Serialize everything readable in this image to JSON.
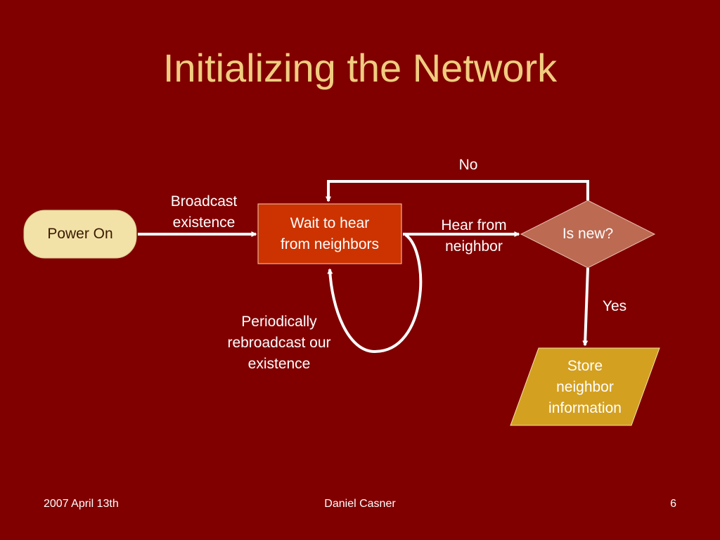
{
  "slide": {
    "title": "Initializing the Network",
    "footer": {
      "date": "2007 April 13th",
      "author": "Daniel Casner",
      "page_number": "6"
    }
  },
  "diagram": {
    "nodes": {
      "power_on": "Power On",
      "wait": [
        "Wait to hear",
        "from neighbors"
      ],
      "is_new": "Is new?",
      "store": [
        "Store",
        "neighbor",
        "information"
      ]
    },
    "edge_labels": {
      "broadcast": [
        "Broadcast",
        "existence"
      ],
      "hear_from": [
        "Hear from",
        "neighbor"
      ],
      "no": "No",
      "yes": "Yes",
      "periodically": [
        "Periodically",
        "rebroadcast our",
        "existence"
      ]
    }
  },
  "colors": {
    "background": "#800000",
    "title": "#F0CC80",
    "power_on_fill": "#F2E2A8",
    "wait_fill": "#CC3300",
    "decision_fill": "#BC6A52",
    "store_fill": "#D4A020",
    "edge": "#FFFFFF"
  },
  "icons": {
    "arrowhead": "arrowhead-icon"
  }
}
